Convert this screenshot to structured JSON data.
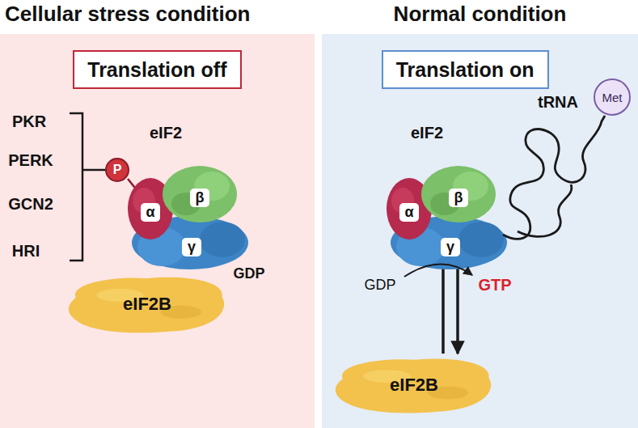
{
  "diagram": {
    "nodes": [
      {
        "text": [
          "Cellular stress condition"
        ]
      },
      {
        "text": [
          "Translation off"
        ],
        "in": 0
      },
      {
        "text": [
          "P"
        ],
        "in": 0
      },
      {
        "text": [
          "α"
        ],
        "in": 0
      },
      {
        "text": [
          "β"
        ],
        "in": 0
      },
      {
        "text": [
          "γ"
        ],
        "in": 0
      },
      {
        "text": [
          "eIF2B"
        ],
        "in": 0
      },
      {
        "text": [
          "Normal condition"
        ]
      },
      {
        "text": [
          "Translation on"
        ],
        "in": 7
      },
      {
        "text": [
          "α"
        ],
        "in": 7
      },
      {
        "text": [
          "β"
        ],
        "in": 7
      },
      {
        "text": [
          "γ"
        ],
        "in": 7
      },
      {
        "text": [
          "Met"
        ],
        "in": 7
      },
      {
        "text": [
          "eIF2B"
        ],
        "in": 7
      }
    ],
    "edges": [
      {
        "from": 13,
        "to": 11,
        "arrow": "to"
      },
      {
        "from": 11,
        "to": 13,
        "arrow": "to"
      }
    ],
    "labels": [
      "PKR",
      "PERK",
      "GCN2",
      "HRI",
      "eIF2",
      "GDP",
      "eIF2",
      "tRNA",
      "GDP",
      "GTP"
    ]
  }
}
